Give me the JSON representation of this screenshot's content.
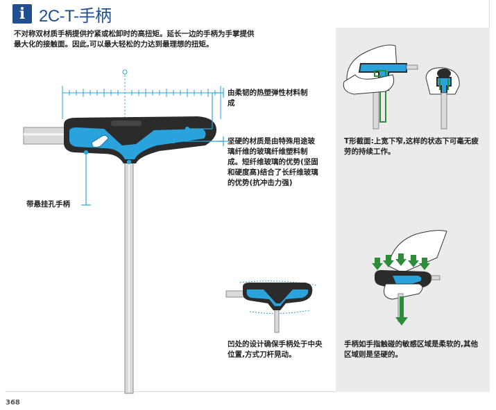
{
  "header": {
    "icon": "info-icon",
    "title": "2C-T-手柄"
  },
  "intro": "不对称双材质手柄提供拧紧或松卸时的高扭矩。延长一边的手柄为手掌提供最大化的接触面。因此,可以最大轻松的力达到最理想的扭矩。",
  "callouts": {
    "soft_material": "由柔韧的热塑弹性材料制成",
    "hard_material": "坚硬的材质是由特殊用途玻璃纤维的玻璃纤维塑料制成。短纤维玻璃的优势(坚固和硬度高)结合了长纤维玻璃的优势(抗冲击力强)",
    "hang_hole": "带悬挂孔手柄",
    "centered_recess": "凹处的设计确保手柄处于中央位置,方式刀杆晃动。",
    "t_section": "T形截面:上宽下窄,这样的状态下可毫无疲劳的持续工作。",
    "finger_zones": "手柄如手指触碰的敏感区域是柔软的,其他区域则是坚硬的。"
  },
  "colors": {
    "brand_blue": "#1f4f8f",
    "handle_blue": "#2aa3dc",
    "handle_black": "#2b2b2b",
    "arrow_green": "#2e8b3a",
    "panel_grey": "#ebebeb"
  },
  "page_number": "368"
}
